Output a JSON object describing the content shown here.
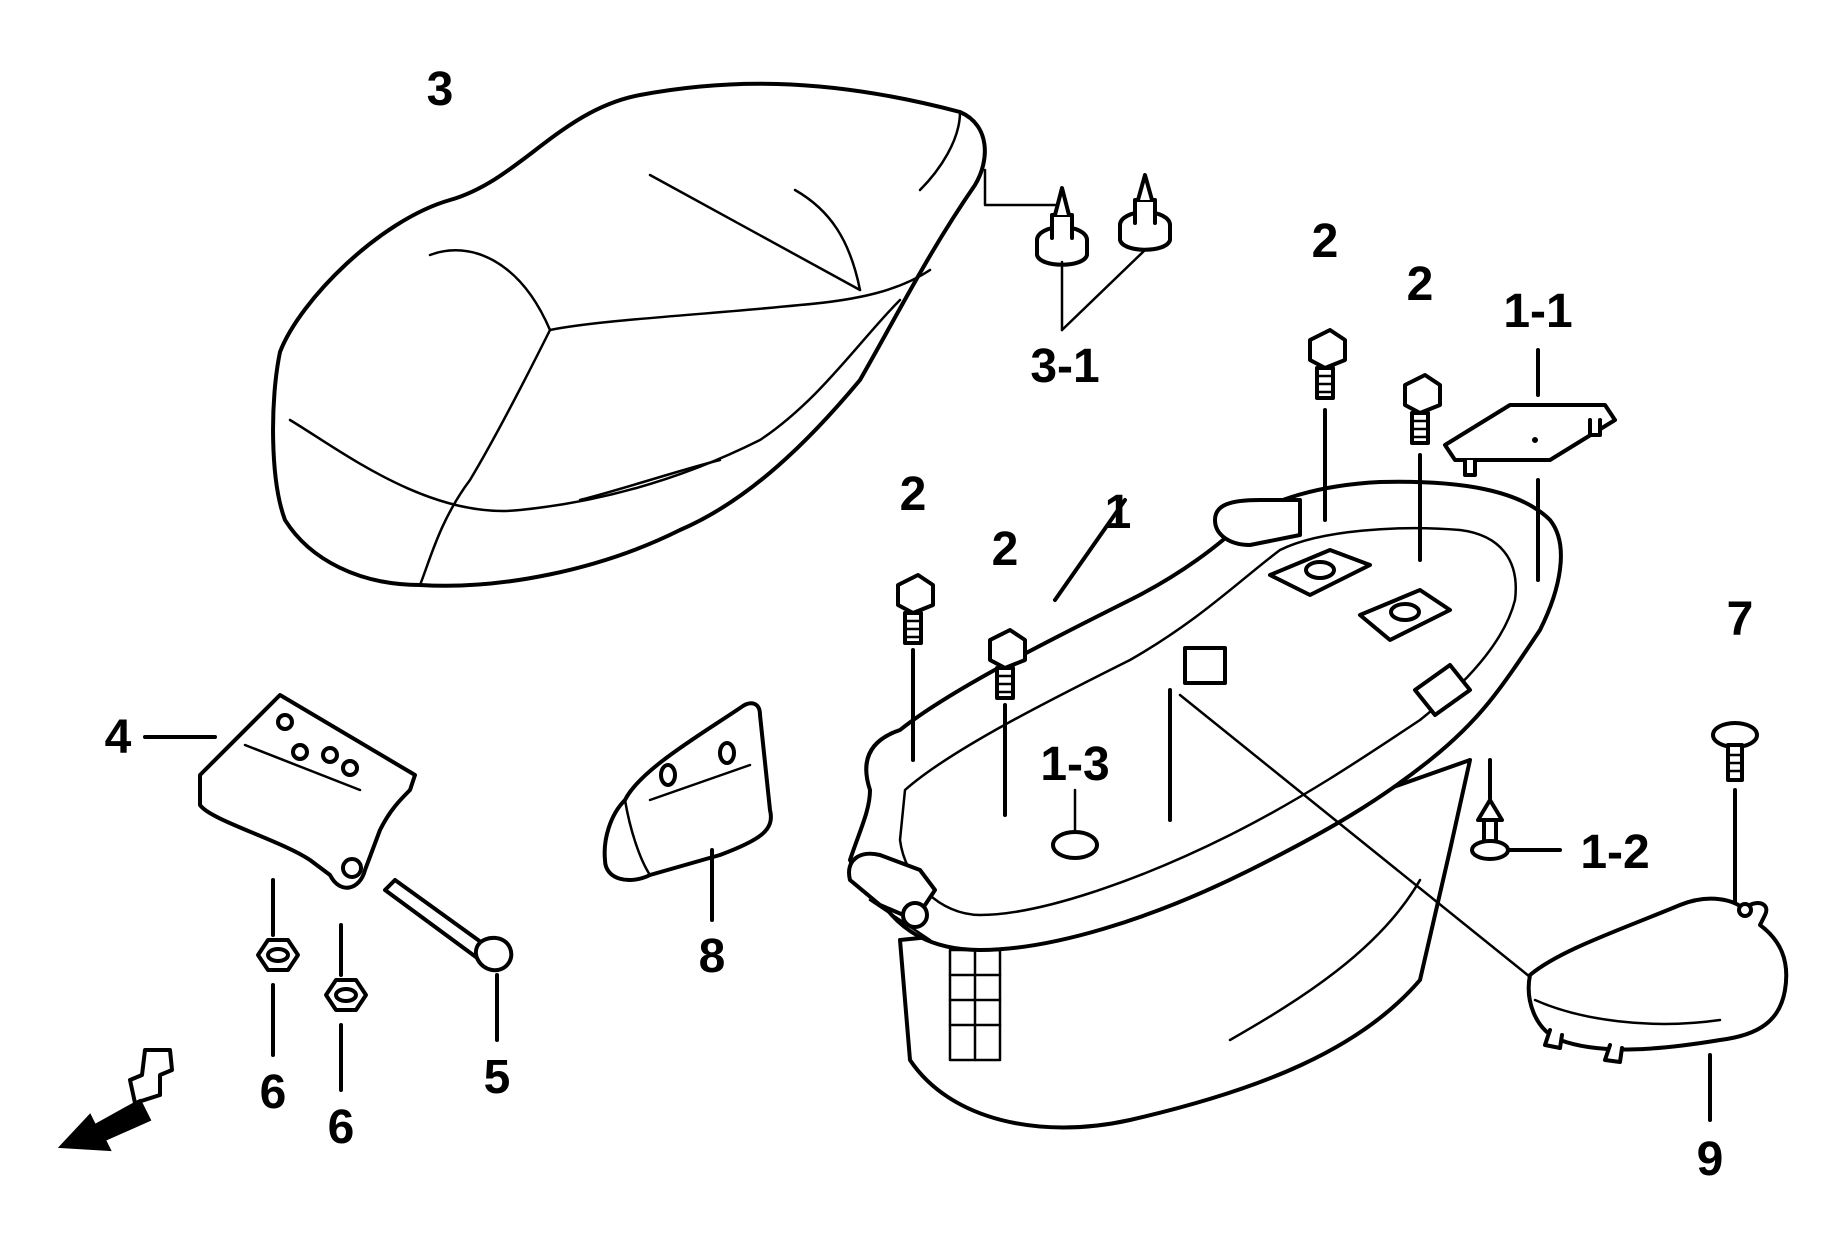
{
  "callouts": {
    "seat": "3",
    "seat_buffer": "3-1",
    "bolt_a": "2",
    "bolt_b": "2",
    "bolt_c": "2",
    "bolt_d": "2",
    "cover": "1-1",
    "box": "1",
    "plug": "1-3",
    "rivet": "1-2",
    "screw": "7",
    "hinge": "4",
    "hinge_bolt": "5",
    "nut_a": "6",
    "nut_b": "6",
    "pad": "8",
    "lid": "9"
  },
  "icons": {
    "direction_arrow": "front-direction-arrow-icon"
  }
}
